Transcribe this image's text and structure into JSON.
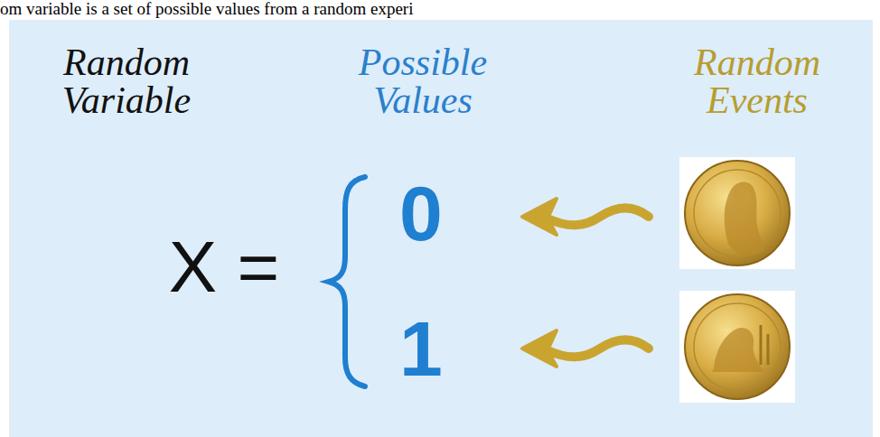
{
  "diagram": {
    "labels": [
      "om variable is a set of possible values from a random experi",
      "Random Variable",
      "Possible Values",
      "Random Events",
      "X =",
      "0",
      "1"
    ]
  }
}
